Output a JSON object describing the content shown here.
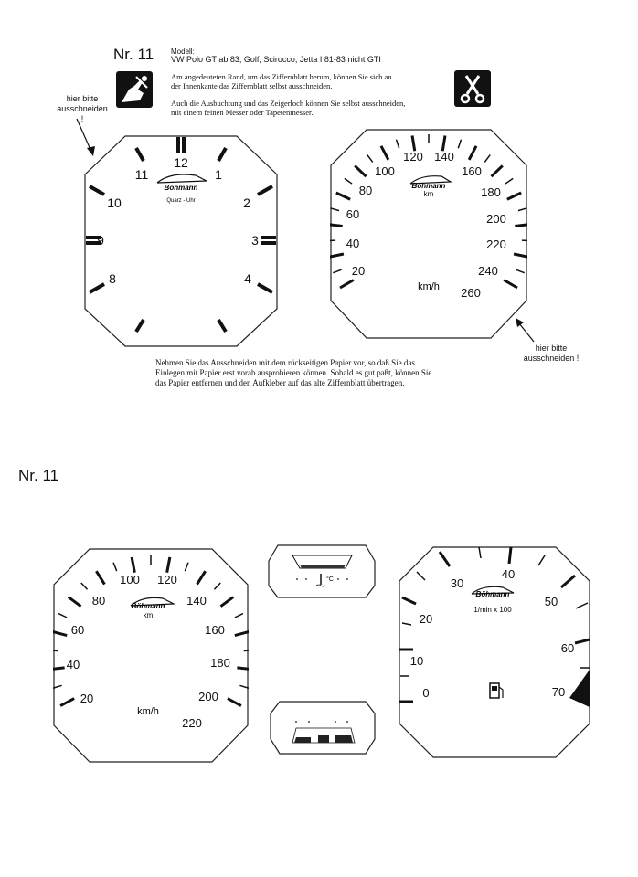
{
  "header": {
    "nr": "Nr. 11",
    "model_label": "Modell:",
    "model_value": "VW Polo GT ab 83, Golf, Scirocco, Jetta I 81-83 nicht GTI",
    "para1_line1": "Am angedeuteten Rand, um das Ziffernblatt herum, können Sie sich an",
    "para1_line2": "der Innenkante das Ziffernblatt selbst ausschneiden.",
    "para2_line1": "Auch die Ausbuchtung und das Zeigerloch können Sie selbst ausschneiden,",
    "para2_line2": "mit einem feinen Messer oder Tapetenmesser.",
    "cut_note_left_1": "hier bitte",
    "cut_note_left_2": "ausschneiden !",
    "cut_note_right_1": "hier bitte",
    "cut_note_right_2": "ausschneiden !"
  },
  "clock": {
    "numbers": [
      "12",
      "1",
      "2",
      "3",
      "4",
      "8",
      "9",
      "10",
      "11"
    ],
    "brand": "Böhmann",
    "subtitle": "Quarz - Uhr"
  },
  "speedo260": {
    "numbers": [
      "20",
      "40",
      "60",
      "80",
      "100",
      "120",
      "140",
      "160",
      "180",
      "200",
      "220",
      "240",
      "260"
    ],
    "brand": "Böhmann",
    "unit_small": "km",
    "unit": "km/h"
  },
  "instructions": {
    "line1": "Nehmen Sie das Ausschneiden mit dem rückseitigen Papier vor, so daß Sie das",
    "line2": "Einlegen mit Papier erst vorab ausprobieren können. Sobald es gut paßt, können Sie",
    "line3": "das Papier entfernen und den Aufkleber auf das alte Ziffernblatt übertragen."
  },
  "section2": {
    "nr": "Nr. 11"
  },
  "speedo220": {
    "numbers": [
      "20",
      "40",
      "60",
      "80",
      "100",
      "120",
      "140",
      "160",
      "180",
      "200",
      "220"
    ],
    "brand": "Böhmann",
    "unit_small": "km",
    "unit": "km/h"
  },
  "temp_gauge": {
    "label": "°C"
  },
  "tacho": {
    "numbers": [
      "0",
      "10",
      "20",
      "30",
      "40",
      "50",
      "60",
      "70"
    ],
    "brand": "Böhmann",
    "unit": "1/min x 100"
  }
}
